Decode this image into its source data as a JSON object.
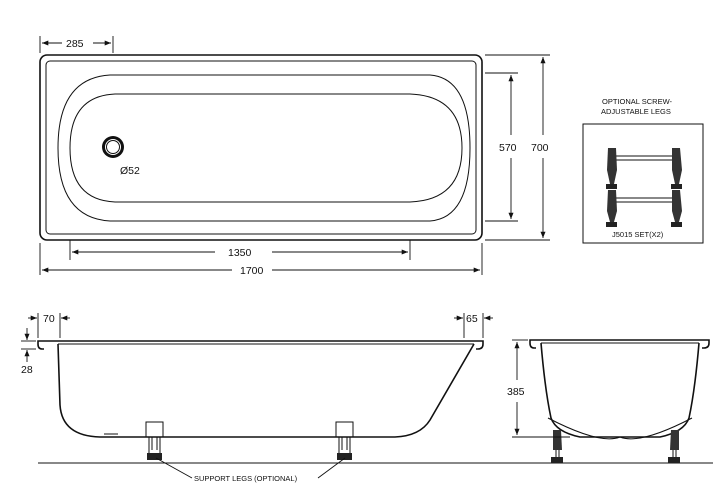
{
  "top_view": {
    "dim_285": "285",
    "dim_570": "570",
    "dim_700": "700",
    "dim_1350": "1350",
    "dim_1700": "1700",
    "drain_label": "Ø52"
  },
  "legs_box": {
    "title_line1": "OPTIONAL SCREW-",
    "title_line2": "ADJUSTABLE LEGS",
    "set_label": "J5015 SET(X2)"
  },
  "side_view": {
    "dim_70": "70",
    "dim_65": "65",
    "dim_28": "28",
    "legs_label": "SUPPORT LEGS (OPTIONAL)"
  },
  "end_view": {
    "dim_385": "385"
  }
}
